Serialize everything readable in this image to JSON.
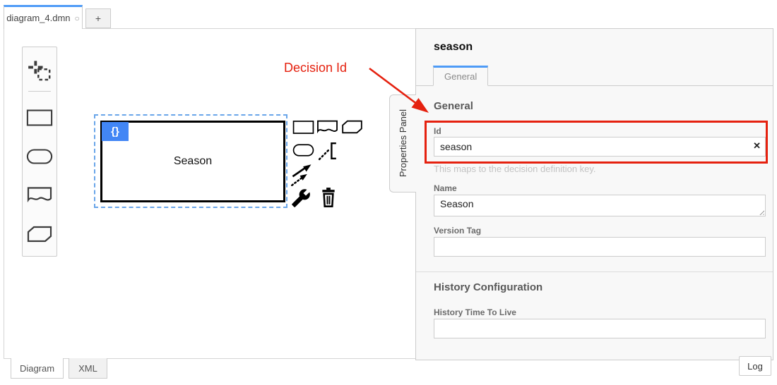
{
  "colors": {
    "accent_blue": "#4e9bf7",
    "badge_blue": "#4286f5",
    "selection_blue": "#69a5e9",
    "highlight_red": "#e5210f",
    "panel_bg": "#f8f8f8",
    "border_gray": "#cccccc"
  },
  "tab_bar": {
    "active_tab_label": "diagram_4.dmn",
    "unsaved_indicator": "○",
    "new_tab_label": "+"
  },
  "canvas": {
    "palette_icons": [
      "lasso-tool",
      "create-decision",
      "create-input-data",
      "create-knowledge-source",
      "create-business-knowledge-model"
    ],
    "decision_element": {
      "name": "Season",
      "badge_glyph": "{}"
    },
    "context_pad_icons": [
      "append-decision",
      "append-knowledge-source",
      "append-business-knowledge-model",
      "append-input-data",
      "append-text-annotation",
      "connect",
      "change-type-wrench",
      "delete-trash"
    ],
    "annotation": {
      "label": "Decision Id"
    }
  },
  "properties_panel": {
    "side_tab_label": "Properties Panel",
    "title": "season",
    "active_tab": "General",
    "groups": [
      {
        "heading": "General",
        "fields": [
          {
            "label": "Id",
            "value": "season",
            "clear_glyph": "✕",
            "help": "This maps to the decision definition key."
          },
          {
            "label": "Name",
            "value": "Season"
          },
          {
            "label": "Version Tag",
            "value": ""
          }
        ]
      },
      {
        "heading": "History Configuration",
        "fields": [
          {
            "label": "History Time To Live",
            "value": ""
          }
        ]
      }
    ]
  },
  "bottom_bar": {
    "tabs": [
      {
        "label": "Diagram"
      },
      {
        "label": "XML"
      }
    ],
    "log_button_label": "Log"
  }
}
